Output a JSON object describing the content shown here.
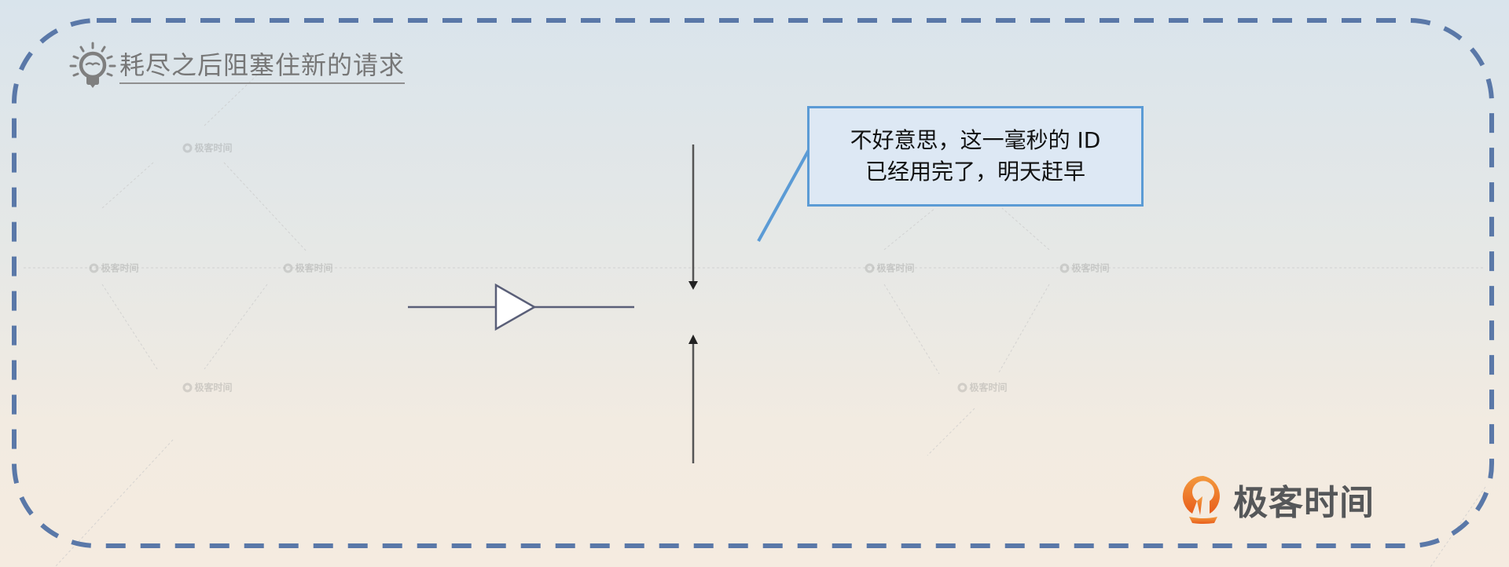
{
  "title": {
    "icon": "lightbulb-icon",
    "text": "耗尽之后阻塞住新的请求"
  },
  "callout": {
    "line1": "不好意思，这一毫秒的 ID",
    "line2": "已经用完了，明天赶早",
    "border_color": "#5b9bd5",
    "fill_color": "#dde8f4"
  },
  "diagram": {
    "gate_symbol": "triangle-gate",
    "arrows": [
      "down-arrow",
      "up-arrow"
    ],
    "border_color": "#5a78a8"
  },
  "watermark": {
    "text": "极客时间"
  },
  "brand": {
    "icon": "geektime-logo-icon",
    "name": "极客时间",
    "color": "#f07a28"
  }
}
